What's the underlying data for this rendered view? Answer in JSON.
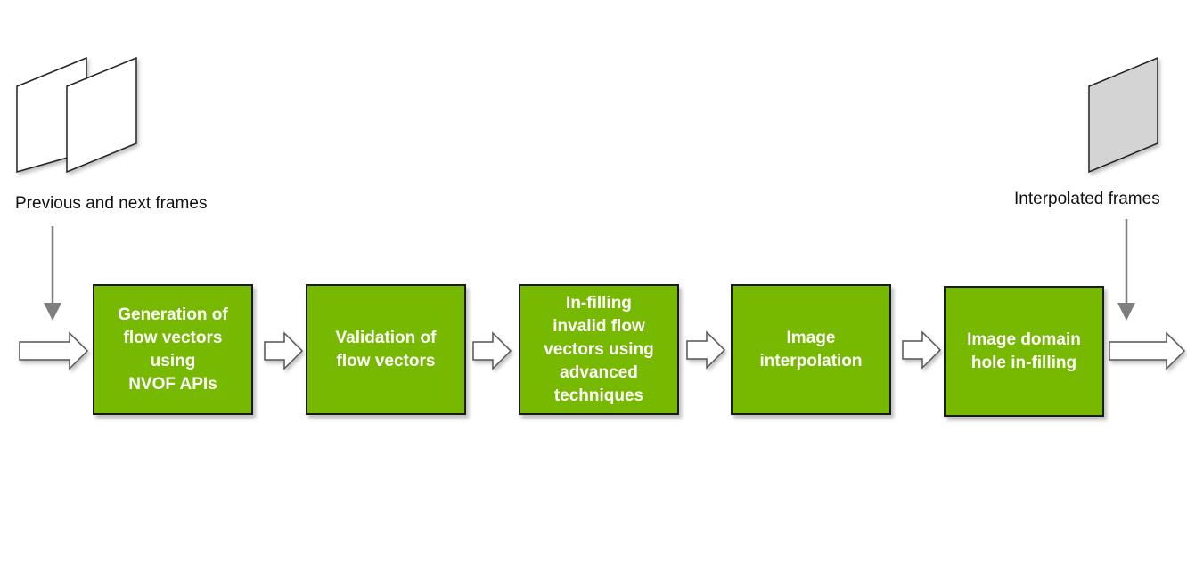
{
  "title": "Optical flow based frame interpolation pipeline",
  "colors": {
    "box_fill": "#76b900",
    "box_text": "#ffffff",
    "arrow_fill": "#ffffff",
    "arrow_stroke": "#555555",
    "connector": "#7f7f7f",
    "input_frame_fill": "#ffffff",
    "output_frame_fill": "#d4d4d4"
  },
  "input": {
    "label": "Previous and next frames",
    "icon": "two-frames-icon"
  },
  "output": {
    "label": "Interpolated frames",
    "icon": "single-gray-frame-icon"
  },
  "steps": [
    {
      "id": "generation",
      "label": "Generation of\nflow vectors\nusing\nNVOF APIs"
    },
    {
      "id": "validation",
      "label": "Validation of\nflow vectors"
    },
    {
      "id": "infilling",
      "label": "In-filling\ninvalid flow\nvectors using\nadvanced\ntechniques"
    },
    {
      "id": "interpolation",
      "label": "Image\ninterpolation"
    },
    {
      "id": "hole-infilling",
      "label": "Image domain\nhole in-filling"
    }
  ]
}
